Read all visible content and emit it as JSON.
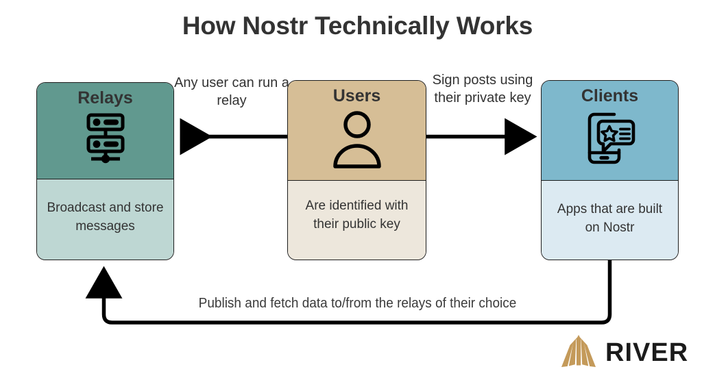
{
  "title": "How Nostr Technically Works",
  "cards": [
    {
      "id": "relays",
      "title": "Relays",
      "desc": "Broadcast and store messages",
      "icon": "server-rack-icon",
      "head_color": "#61998F",
      "body_color": "#BED7D3"
    },
    {
      "id": "users",
      "title": "Users",
      "desc": "Are identified with their public key",
      "icon": "person-icon",
      "head_color": "#D6BE96",
      "body_color": "#EDE7DC"
    },
    {
      "id": "clients",
      "title": "Clients",
      "desc": "Apps that are built on Nostr",
      "icon": "phone-message-star-icon",
      "head_color": "#7EB8CC",
      "body_color": "#DCEAF2"
    }
  ],
  "connectors": {
    "users_to_relays": "Any user can run a relay",
    "users_to_clients": "Sign posts using their private key",
    "clients_to_relays": "Publish and fetch data to/from the relays of their choice"
  },
  "logo": {
    "word": "RIVER",
    "mark": "river-mountain-mark",
    "mark_color": "#C49A5A",
    "word_color": "#1b1b1b"
  }
}
